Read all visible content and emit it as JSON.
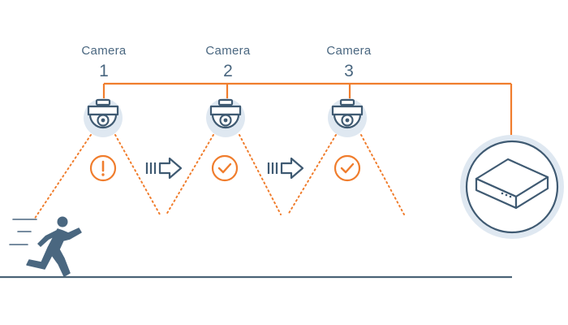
{
  "cameras": [
    {
      "label": "Camera",
      "number": "1",
      "status": "alert"
    },
    {
      "label": "Camera",
      "number": "2",
      "status": "ok"
    },
    {
      "label": "Camera",
      "number": "3",
      "status": "ok"
    }
  ],
  "icons": {
    "camera": "dome-camera-icon",
    "alert": "exclamation-circle-icon",
    "ok": "checkmark-circle-icon",
    "handoff": "arrow-right-icon",
    "recorder": "network-video-recorder-icon",
    "person": "running-person-icon"
  },
  "colors": {
    "accent": "#f07d2d",
    "stroke": "#3f5a72",
    "text": "#4a6780",
    "halo": "#dfe8f1",
    "ground": "#4a6376"
  }
}
